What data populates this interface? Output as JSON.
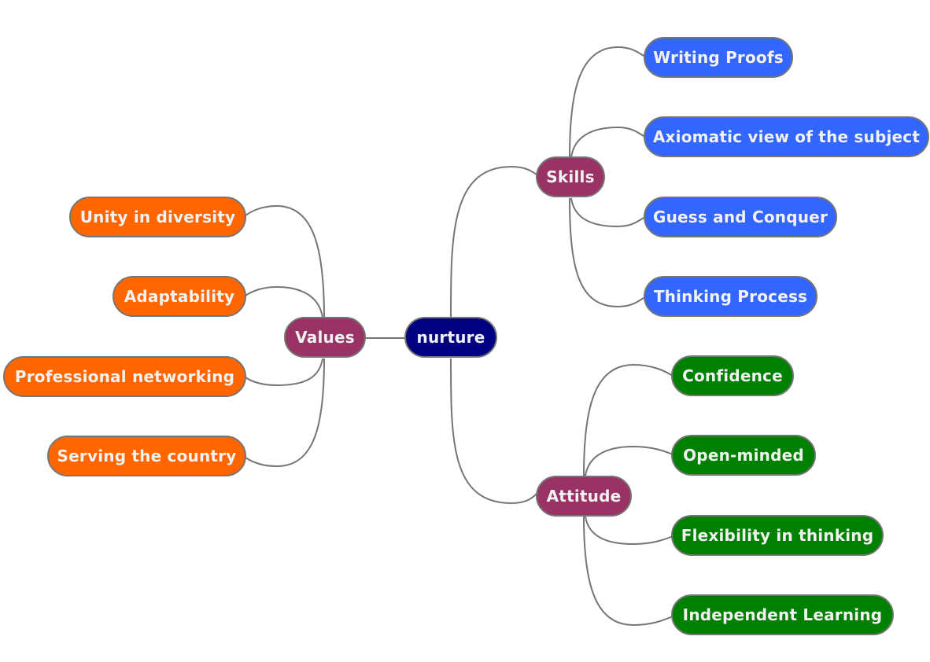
{
  "mindmap": {
    "root": {
      "label": "nurture",
      "color": "#000080"
    },
    "branch_color": "#993366",
    "edge_color": "#757575",
    "branches": [
      {
        "label": "Skills",
        "leaf_color": "#3366ff",
        "children": [
          "Writing Proofs",
          "Axiomatic view of the subject",
          "Guess and Conquer",
          "Thinking Process"
        ]
      },
      {
        "label": "Attitude",
        "leaf_color": "#008000",
        "children": [
          "Confidence",
          "Open-minded",
          "Flexibility in thinking",
          "Independent Learning"
        ]
      },
      {
        "label": "Values",
        "leaf_color": "#ff6600",
        "children": [
          "Unity in diversity",
          "Adaptability",
          "Professional networking",
          "Serving the country"
        ]
      }
    ]
  }
}
